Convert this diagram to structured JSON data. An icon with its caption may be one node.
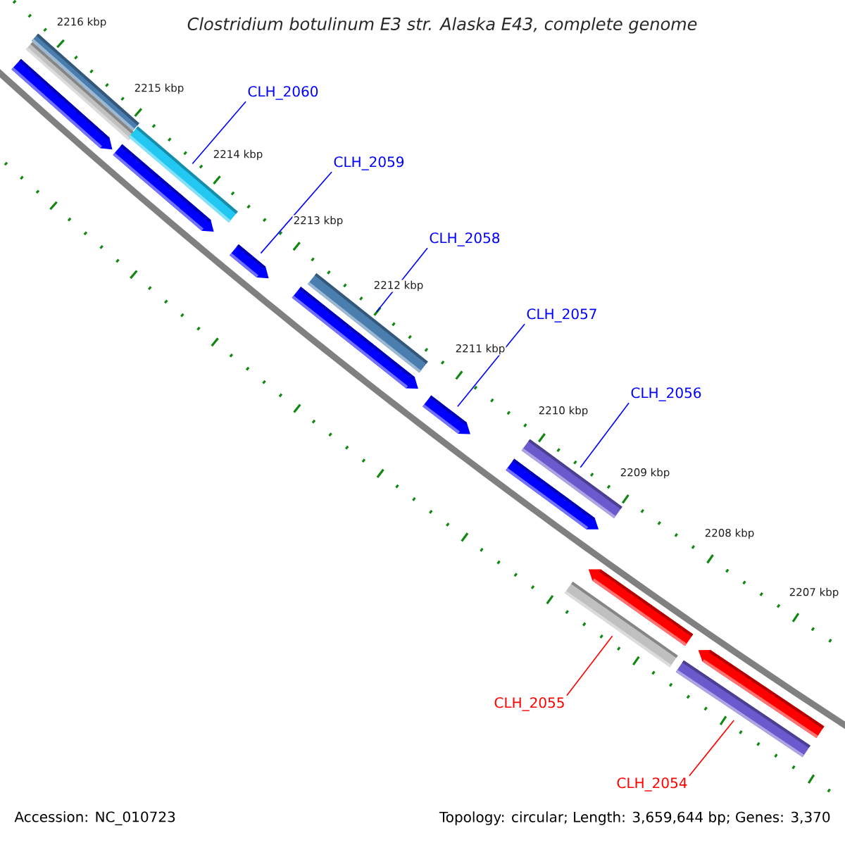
{
  "diagram": {
    "title": "Clostridium botulinum E3 str. Alaska E43, complete genome",
    "nodes": [
      {
        "text": [
          "CLH_2060"
        ]
      },
      {
        "text": [
          "CLH_2059"
        ]
      },
      {
        "text": [
          "CLH_2058"
        ]
      },
      {
        "text": [
          "CLH_2057"
        ]
      },
      {
        "text": [
          "CLH_2056"
        ]
      },
      {
        "text": [
          "CLH_2055"
        ]
      },
      {
        "text": [
          "CLH_2054"
        ]
      },
      {
        "text": [],
        "shape": "arrow"
      },
      {
        "text": [],
        "shape": "bar"
      },
      {
        "text": [],
        "shape": "bar"
      },
      {
        "text": [],
        "shape": "arrow"
      },
      {
        "text": [],
        "shape": "bar"
      },
      {
        "text": [],
        "shape": "arrow"
      },
      {
        "text": [],
        "shape": "arrow"
      },
      {
        "text": [],
        "shape": "bar"
      },
      {
        "text": [],
        "shape": "arrow"
      },
      {
        "text": [],
        "shape": "arrow"
      },
      {
        "text": [],
        "shape": "bar"
      },
      {
        "text": [],
        "shape": "bar"
      },
      {
        "text": [],
        "shape": "arrow"
      },
      {
        "text": [],
        "shape": "bar"
      },
      {
        "text": [],
        "shape": "arrow"
      }
    ],
    "edges": [
      {
        "from": 0,
        "to": 11,
        "arrow": "none"
      },
      {
        "from": 1,
        "to": 12,
        "arrow": "none"
      },
      {
        "from": 2,
        "to": 14,
        "arrow": "none"
      },
      {
        "from": 3,
        "to": 15,
        "arrow": "none"
      },
      {
        "from": 4,
        "to": 17,
        "arrow": "none"
      },
      {
        "from": 5,
        "to": 18,
        "arrow": "none",
        "color": "#ff0000"
      },
      {
        "from": 6,
        "to": 20,
        "arrow": "none",
        "color": "#ff0000"
      }
    ],
    "labels": [
      "2216 kbp",
      "2215 kbp",
      "2214 kbp",
      "2213 kbp",
      "2212 kbp",
      "2211 kbp",
      "2210 kbp",
      "2209 kbp",
      "2208 kbp",
      "2207 kbp",
      "Accession: NC_010723",
      "Topology: circular; Length: 3,659,644 bp; Genes: 3,370"
    ]
  }
}
